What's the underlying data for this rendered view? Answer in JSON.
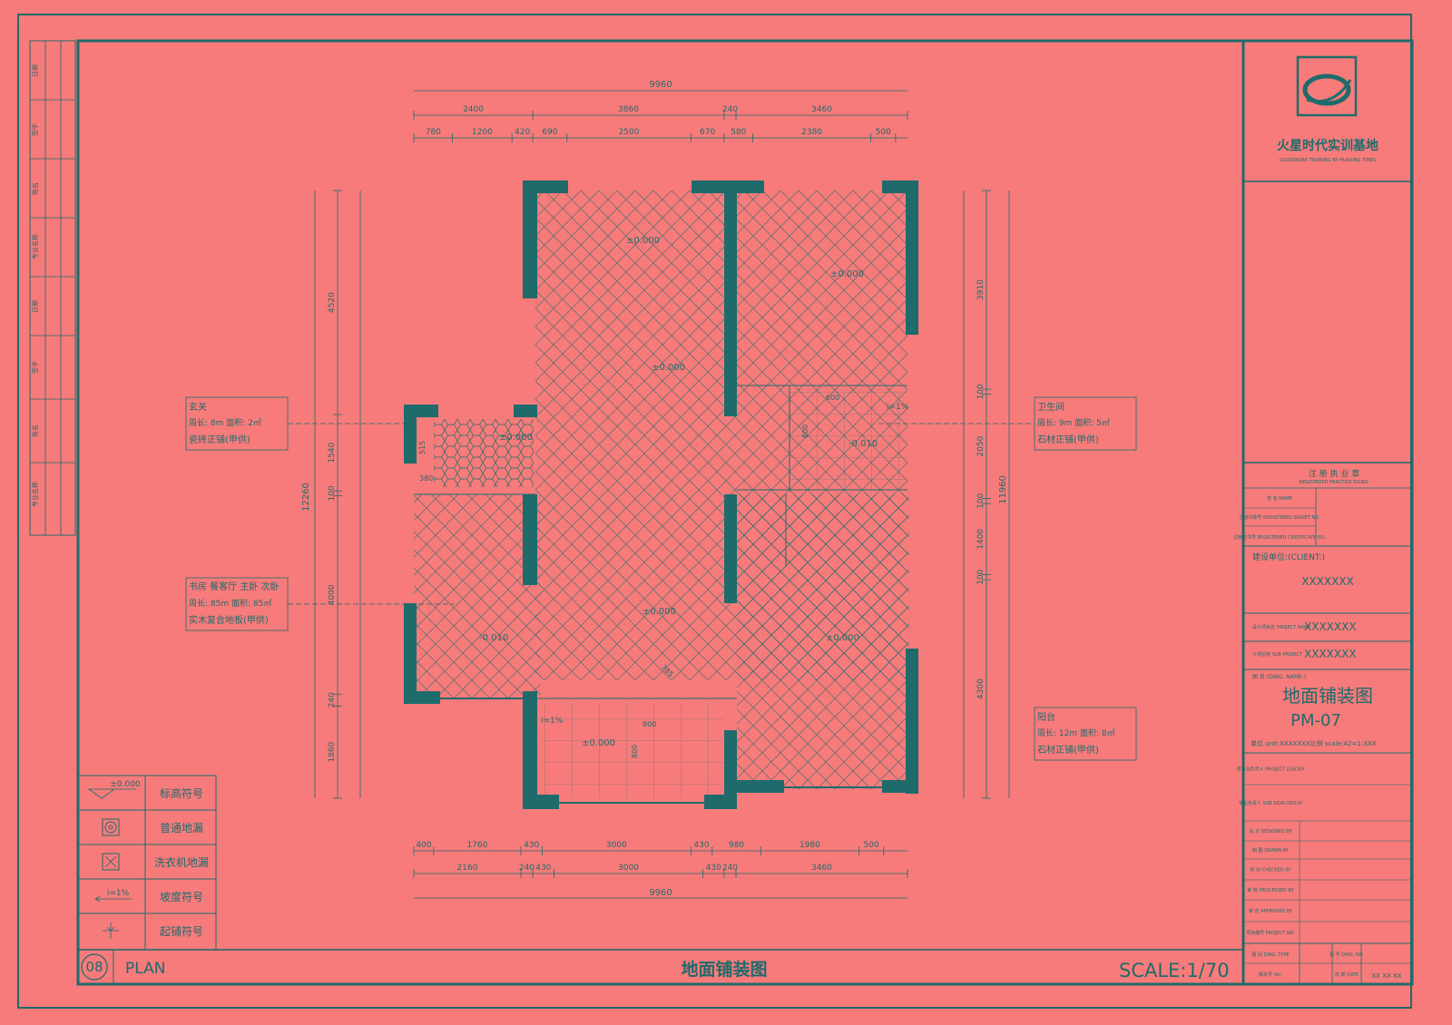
{
  "company": {
    "name_cn": "火星时代实训基地",
    "name_en": "GOODWORK TRAINING BY HUAXING TIMES"
  },
  "title_block": {
    "reg_header_cn": "注 册 执 业 章",
    "reg_header_en": "REGISTERED PRACTICE SIGNIC",
    "rows_small": [
      "姓 名 NAME",
      "注册印章号 REGISTERED SIGNET NO.",
      "注册证书号 REGISTERED CERTIFICATE NO."
    ],
    "client_label": "建设单位:(CLIENT:)",
    "client_value": "XXXXXXX",
    "project_label": "设计项目名 PROJECT NAME",
    "project_value": "XXXXXXX",
    "sub_label": "子项名称 SUB PROJECT",
    "sub_value": "XXXXXXX",
    "dwg_label": "图 名:(DWG. NAME:)",
    "dwg_title": "地面铺装图",
    "dwg_code": "PM-07",
    "unit_line": "单位 unit:XXXXXXX比例 scale:A2=1:XXX",
    "sign_rows": [
      "项目总负责人 PROJECT LEADER",
      "专业负责人 SUB SIGN GROUP",
      "设 计 DESIGNED BY",
      "制 图 DRAWN BY",
      "校 对 CHECKED BY",
      "审 核 PROCESSED BY",
      "审 定 APPROVED BY",
      "项目编号 PROJECT NO."
    ],
    "bottom": {
      "type_label": "图 别 DWG. TYPE",
      "no_label": "图 号 DWG. NO.",
      "ver_label": "版本号 Ver.",
      "date_label": "日 期 DATE",
      "date_value": "XX XX XX"
    }
  },
  "left_strip": [
    "日期",
    "签字",
    "姓名",
    "专业名称",
    "日期",
    "签字",
    "姓名",
    "专业名称"
  ],
  "dims_top": {
    "overall": "9960",
    "row2": [
      "2400",
      "3860",
      "240",
      "3460"
    ],
    "row3": [
      "780",
      "1200",
      "420",
      "690",
      "2500",
      "670",
      "580",
      "2380",
      "500"
    ]
  },
  "dims_bottom": {
    "row1": [
      "400",
      "1760",
      "430",
      "3000",
      "430",
      "980",
      "1980",
      "500"
    ],
    "row2": [
      "2160",
      "240",
      "430",
      "3000",
      "430",
      "240",
      "3460"
    ],
    "overall": "9960"
  },
  "dims_left": {
    "segments": [
      "4520",
      "1540",
      "100",
      "4000",
      "240",
      "1860"
    ],
    "overall": "12260"
  },
  "dims_right": {
    "segments": [
      "3910",
      "100",
      "2050",
      "100",
      "1400",
      "100",
      "4300"
    ],
    "overall": "11960"
  },
  "inner_dims": [
    "515",
    "380",
    "600",
    "800",
    "800",
    "800",
    "785"
  ],
  "elevations": [
    "±0.000",
    "±0.000",
    "±0.000",
    "±0.000",
    "±0.000",
    "±0.000",
    "-0.010",
    "-0.010",
    "±0.000"
  ],
  "slopes": [
    "i=1%",
    "i=1%"
  ],
  "callouts": [
    {
      "lines": [
        "玄关",
        "周长: 8m    面积: 2㎡",
        "瓷砖正铺(甲供)"
      ]
    },
    {
      "lines": [
        "书房 餐客厅 主卧 次卧",
        "周长: 85m  面积: 85㎡",
        "实木复合地板(甲供)"
      ]
    },
    {
      "lines": [
        "卫生间",
        "周长: 9m    面积: 5㎡",
        "石材正铺(甲供)"
      ]
    },
    {
      "lines": [
        "阳台",
        "周长: 12m   面积: 8㎡",
        "石材正铺(甲供)"
      ]
    }
  ],
  "legend": [
    {
      "symbol": "±0.000",
      "label": "标高符号",
      "icon": "elevation-mark"
    },
    {
      "symbol": "",
      "label": "普通地漏",
      "icon": "floor-drain"
    },
    {
      "symbol": "",
      "label": "洗衣机地漏",
      "icon": "washer-drain"
    },
    {
      "symbol": "i=1%",
      "label": "坡度符号",
      "icon": "slope-arrow"
    },
    {
      "symbol": "",
      "label": "起铺符号",
      "icon": "start-mark"
    }
  ],
  "footer": {
    "number": "08",
    "plan": "PLAN",
    "title": "地面铺装图",
    "scale": "SCALE:1/70"
  },
  "colors": {
    "background": "#f77b7b",
    "ink": "#1f6b6b"
  }
}
